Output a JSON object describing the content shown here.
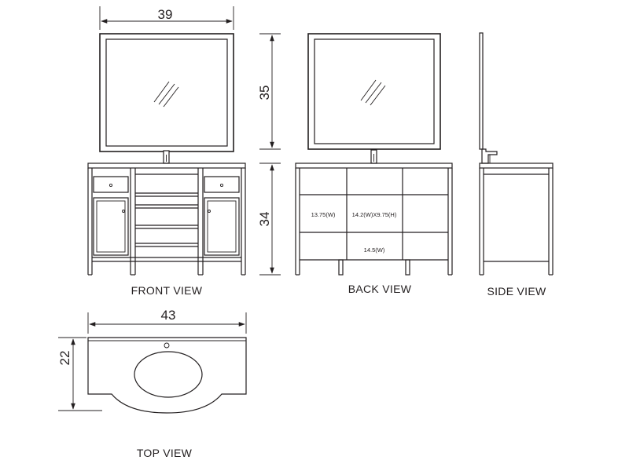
{
  "dimensions": {
    "mirror_width": "39",
    "mirror_height": "35",
    "cabinet_height": "34",
    "top_width": "43",
    "top_depth": "22"
  },
  "back_panel_labels": {
    "left": "13.75(W)",
    "center": "14.2(W)X9.75(H)",
    "bottom": "14.5(W)"
  },
  "captions": {
    "front": "FRONT VIEW",
    "back": "BACK VIEW",
    "side": "SIDE VIEW",
    "top": "TOP VIEW"
  }
}
